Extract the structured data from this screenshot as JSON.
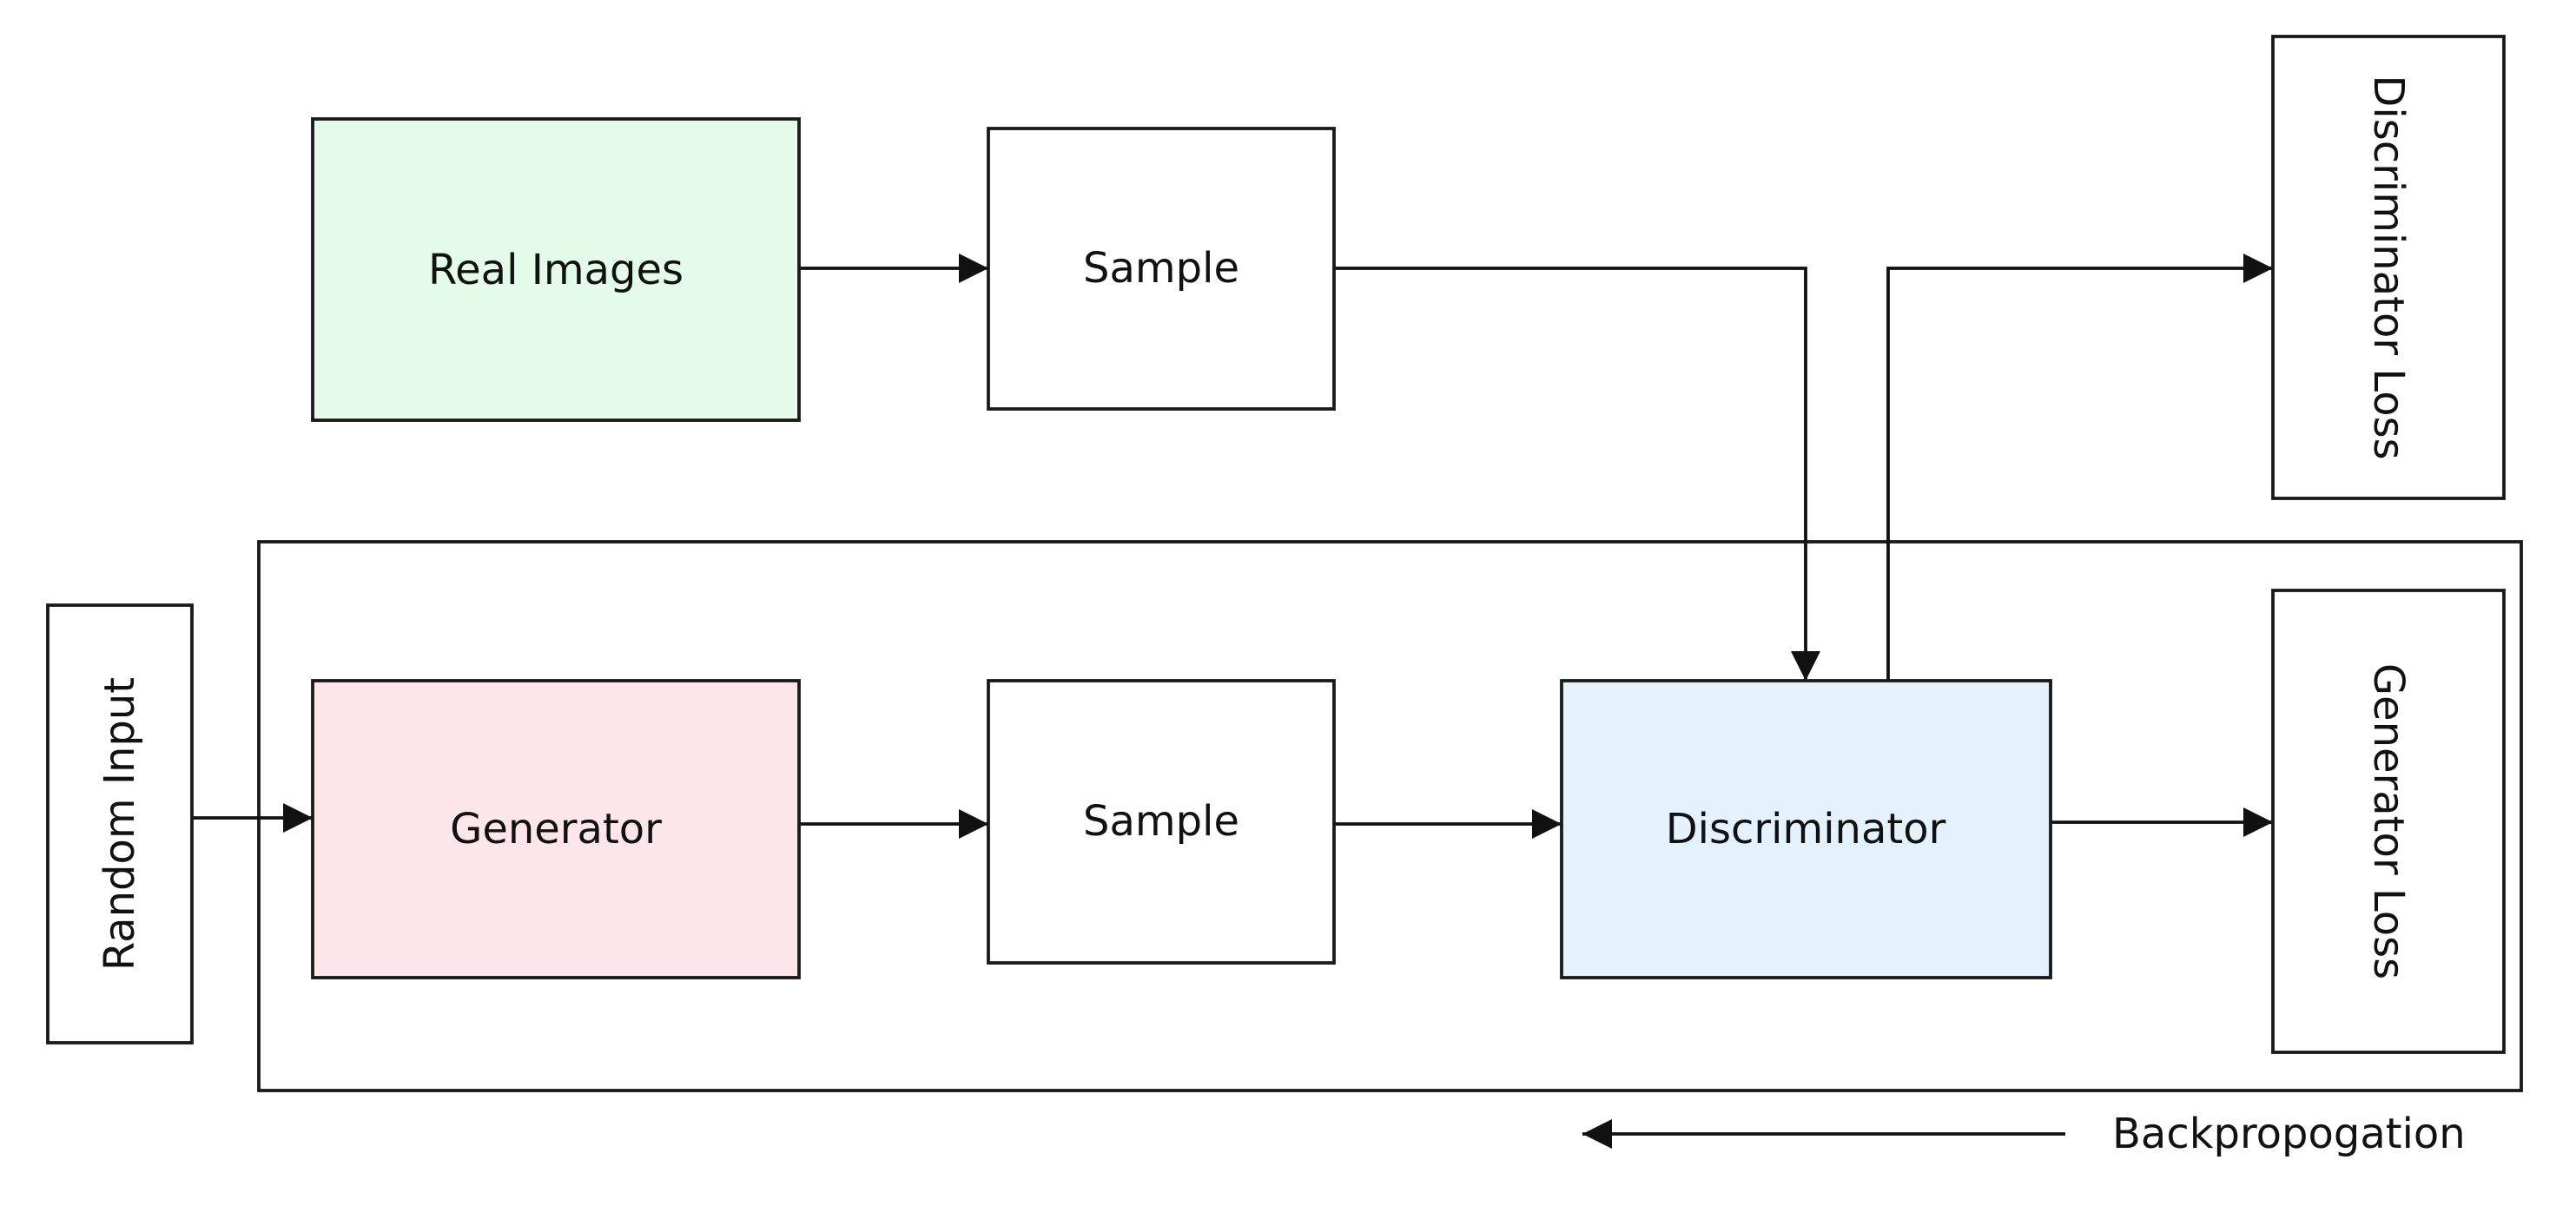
{
  "nodes": {
    "real_images": {
      "label": "Real Images",
      "fill": "#e5fbea"
    },
    "sample_real": {
      "label": "Sample",
      "fill": "#ffffff"
    },
    "discriminator_loss": {
      "label": "Discriminator Loss",
      "fill": "#ffffff"
    },
    "random_input": {
      "label": "Random Input",
      "fill": "#ffffff"
    },
    "generator": {
      "label": "Generator",
      "fill": "#fde6ea"
    },
    "sample_fake": {
      "label": "Sample",
      "fill": "#ffffff"
    },
    "discriminator": {
      "label": "Discriminator",
      "fill": "#e3f2fd"
    },
    "generator_loss": {
      "label": "Generator Loss",
      "fill": "#ffffff"
    }
  },
  "edges": [
    {
      "from": "real_images",
      "to": "sample_real"
    },
    {
      "from": "sample_real",
      "to": "discriminator"
    },
    {
      "from": "discriminator",
      "to": "discriminator_loss"
    },
    {
      "from": "random_input",
      "to": "generator"
    },
    {
      "from": "generator",
      "to": "sample_fake"
    },
    {
      "from": "sample_fake",
      "to": "discriminator"
    },
    {
      "from": "discriminator",
      "to": "generator_loss"
    }
  ],
  "backprop": {
    "label": "Backpropogation",
    "direction": "left"
  }
}
